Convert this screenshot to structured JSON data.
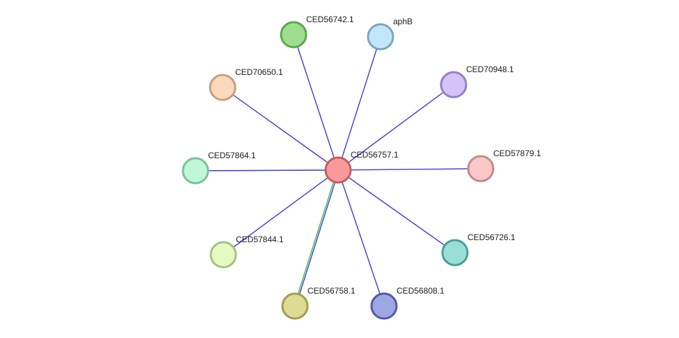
{
  "network": {
    "center": {
      "id": "CED56757.1",
      "label": "CED56757.1",
      "fill": "#f99a9a",
      "stroke": "#c75c5c"
    },
    "nodes": [
      {
        "id": "CED56742.1",
        "label": "CED56742.1",
        "fill": "#a0dd90",
        "stroke": "#5aa84a"
      },
      {
        "id": "aphB",
        "label": "aphB",
        "fill": "#c2e6fa",
        "stroke": "#7aa6c0"
      },
      {
        "id": "CED70948.1",
        "label": "CED70948.1",
        "fill": "#d5c2f8",
        "stroke": "#9680c2"
      },
      {
        "id": "CED57879.1",
        "label": "CED57879.1",
        "fill": "#f9c9c9",
        "stroke": "#c48989"
      },
      {
        "id": "CED56726.1",
        "label": "CED56726.1",
        "fill": "#9adfd6",
        "stroke": "#4aa094"
      },
      {
        "id": "CED56808.1",
        "label": "CED56808.1",
        "fill": "#9ea6e2",
        "stroke": "#505aa4"
      },
      {
        "id": "CED56758.1",
        "label": "CED56758.1",
        "fill": "#dedb94",
        "stroke": "#a09e50"
      },
      {
        "id": "CED57844.1",
        "label": "CED57844.1",
        "fill": "#e4fac2",
        "stroke": "#a6c27e"
      },
      {
        "id": "CED57864.1",
        "label": "CED57864.1",
        "fill": "#bff7d8",
        "stroke": "#7cc19a"
      },
      {
        "id": "CED70650.1",
        "label": "CED70650.1",
        "fill": "#fdd9bc",
        "stroke": "#c4a07c"
      }
    ],
    "edges": [
      {
        "source": "CED56757.1",
        "target": "CED56742.1",
        "colors": [
          "#3b3bdb"
        ]
      },
      {
        "source": "CED56757.1",
        "target": "aphB",
        "colors": [
          "#3b3bdb"
        ]
      },
      {
        "source": "CED56757.1",
        "target": "CED70948.1",
        "colors": [
          "#3b3bdb"
        ]
      },
      {
        "source": "CED56757.1",
        "target": "CED57879.1",
        "colors": [
          "#3b3bdb"
        ]
      },
      {
        "source": "CED56757.1",
        "target": "CED56726.1",
        "colors": [
          "#3b3bdb"
        ]
      },
      {
        "source": "CED56757.1",
        "target": "CED56808.1",
        "colors": [
          "#3b3bdb"
        ]
      },
      {
        "source": "CED56757.1",
        "target": "CED56758.1",
        "colors": [
          "#3b3bdb",
          "#3dbb3d"
        ]
      },
      {
        "source": "CED56757.1",
        "target": "CED57844.1",
        "colors": [
          "#3b3bdb"
        ]
      },
      {
        "source": "CED56757.1",
        "target": "CED57864.1",
        "colors": [
          "#3b3bdb"
        ]
      },
      {
        "source": "CED56757.1",
        "target": "CED70650.1",
        "colors": [
          "#3b3bdb"
        ]
      }
    ]
  }
}
